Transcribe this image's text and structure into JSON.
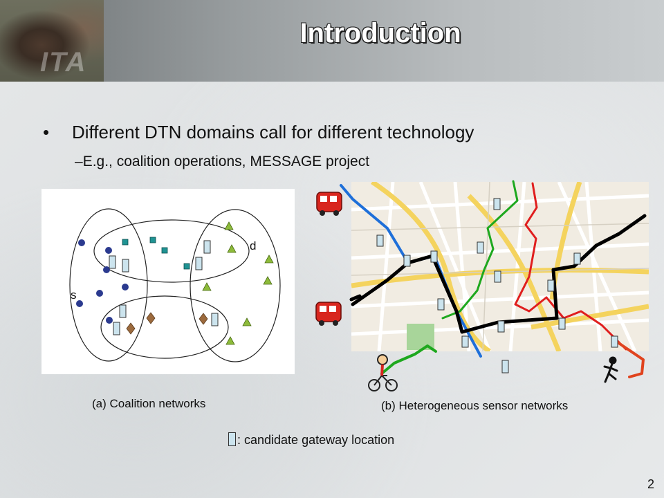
{
  "header": {
    "title": "Introduction",
    "logo_text": "ITA"
  },
  "content": {
    "bullet": "Different DTN domains call for different technology",
    "sub_bullet": "E.g., coalition operations, MESSAGE project"
  },
  "figure_a": {
    "source_label": "s",
    "dest_label": "d",
    "caption": "(a) Coalition networks"
  },
  "figure_b": {
    "caption": "(b) Heterogeneous sensor networks"
  },
  "legend": {
    "text": ": candidate gateway location"
  },
  "page_number": "2",
  "colors": {
    "node_circle": "#2b3a8f",
    "node_square": "#1f9393",
    "node_triangle": "#8dbb3a",
    "node_diamond": "#9c6a3d",
    "gateway_fill": "#cce4ee",
    "route_black": "#000000",
    "route_blue": "#1e6fd9",
    "route_green": "#1ea81e",
    "route_red": "#e01e1e",
    "road_yellow": "#f4d35e"
  },
  "icons": [
    "bus-icon",
    "bicycle-icon",
    "runner-icon",
    "gateway-box-icon"
  ]
}
